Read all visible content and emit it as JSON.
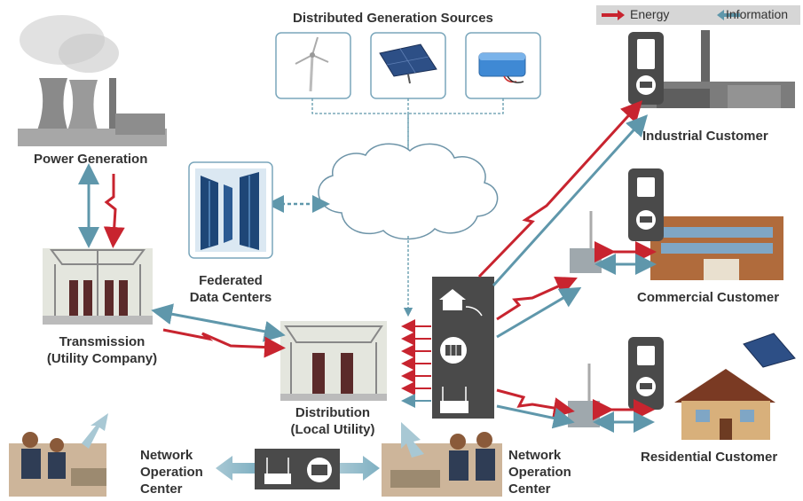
{
  "labels": {
    "distributed_sources": "Distributed Generation Sources",
    "power_generation": "Power Generation",
    "industrial_customer": "Industrial Customer",
    "federated_data_centers": [
      "Federated",
      "Data Centers"
    ],
    "transmission": [
      "Transmission",
      "(Utility Company)"
    ],
    "distribution": [
      "Distribution",
      "(Local Utility)"
    ],
    "commercial_customer": "Commercial Customer",
    "residential_customer": "Residential Customer",
    "noc_left": [
      "Network",
      "Operation",
      "Center"
    ],
    "noc_right": [
      "Network",
      "Operation",
      "Center"
    ]
  },
  "legend": {
    "energy_label": "Energy",
    "information_label": "Information"
  },
  "colors": {
    "energy": "#c8242f",
    "information": "#5f97ab",
    "label_text": "#333333",
    "cloud_stroke": "#6d94a8",
    "hub_panel": "#4a4a4a"
  },
  "icons": {
    "sources": [
      "wind-turbine-icon",
      "solar-panel-icon",
      "battery-icon"
    ],
    "hub": [
      "house-plug-icon",
      "smart-meter-icon",
      "wireless-router-icon"
    ]
  }
}
